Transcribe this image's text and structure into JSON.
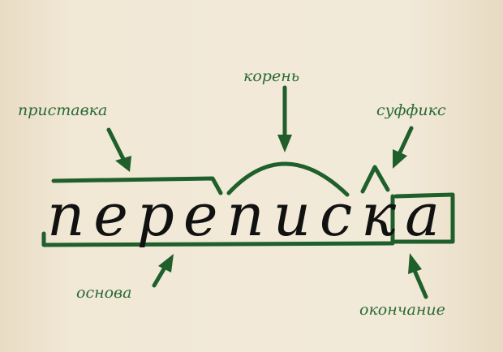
{
  "word": "переписка",
  "labels": {
    "prefix": "приставка",
    "root": "корень",
    "suffix": "суффикс",
    "stem": "основа",
    "ending": "окончание"
  },
  "colors": {
    "accent": "#1f5f2b",
    "background": "#f1e8d6",
    "text": "#111111"
  }
}
